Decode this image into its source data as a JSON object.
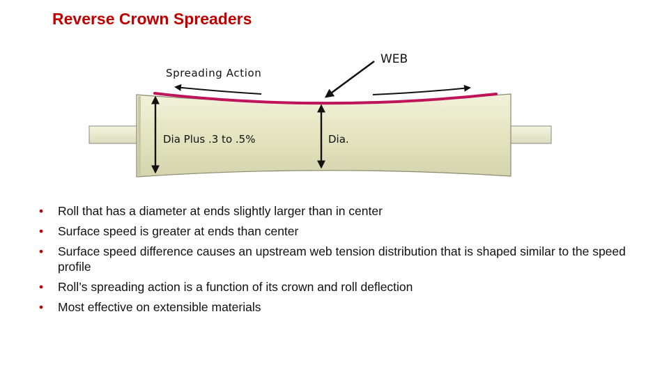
{
  "slide": {
    "title": "Reverse Crown Spreaders"
  },
  "diagram": {
    "labels": {
      "web": "WEB",
      "spreading_action": "Spreading Action",
      "dia_plus": "Dia Plus .3 to .5%",
      "dia": "Dia."
    },
    "colors": {
      "web_line": "#c0145a",
      "roll_fill": "#e6e6c4",
      "shaft_fill": "#ececd0",
      "arrows": "#111111"
    }
  },
  "bullets": [
    "Roll that has a diameter at ends slightly larger than in center",
    "Surface speed is greater at ends than center",
    "Surface speed difference causes an upstream web tension distribution that is shaped similar to the speed profile",
    "Roll’s spreading action is a function of its crown and roll deflection",
    "Most effective on extensible materials"
  ],
  "bullet_glyph": "•"
}
